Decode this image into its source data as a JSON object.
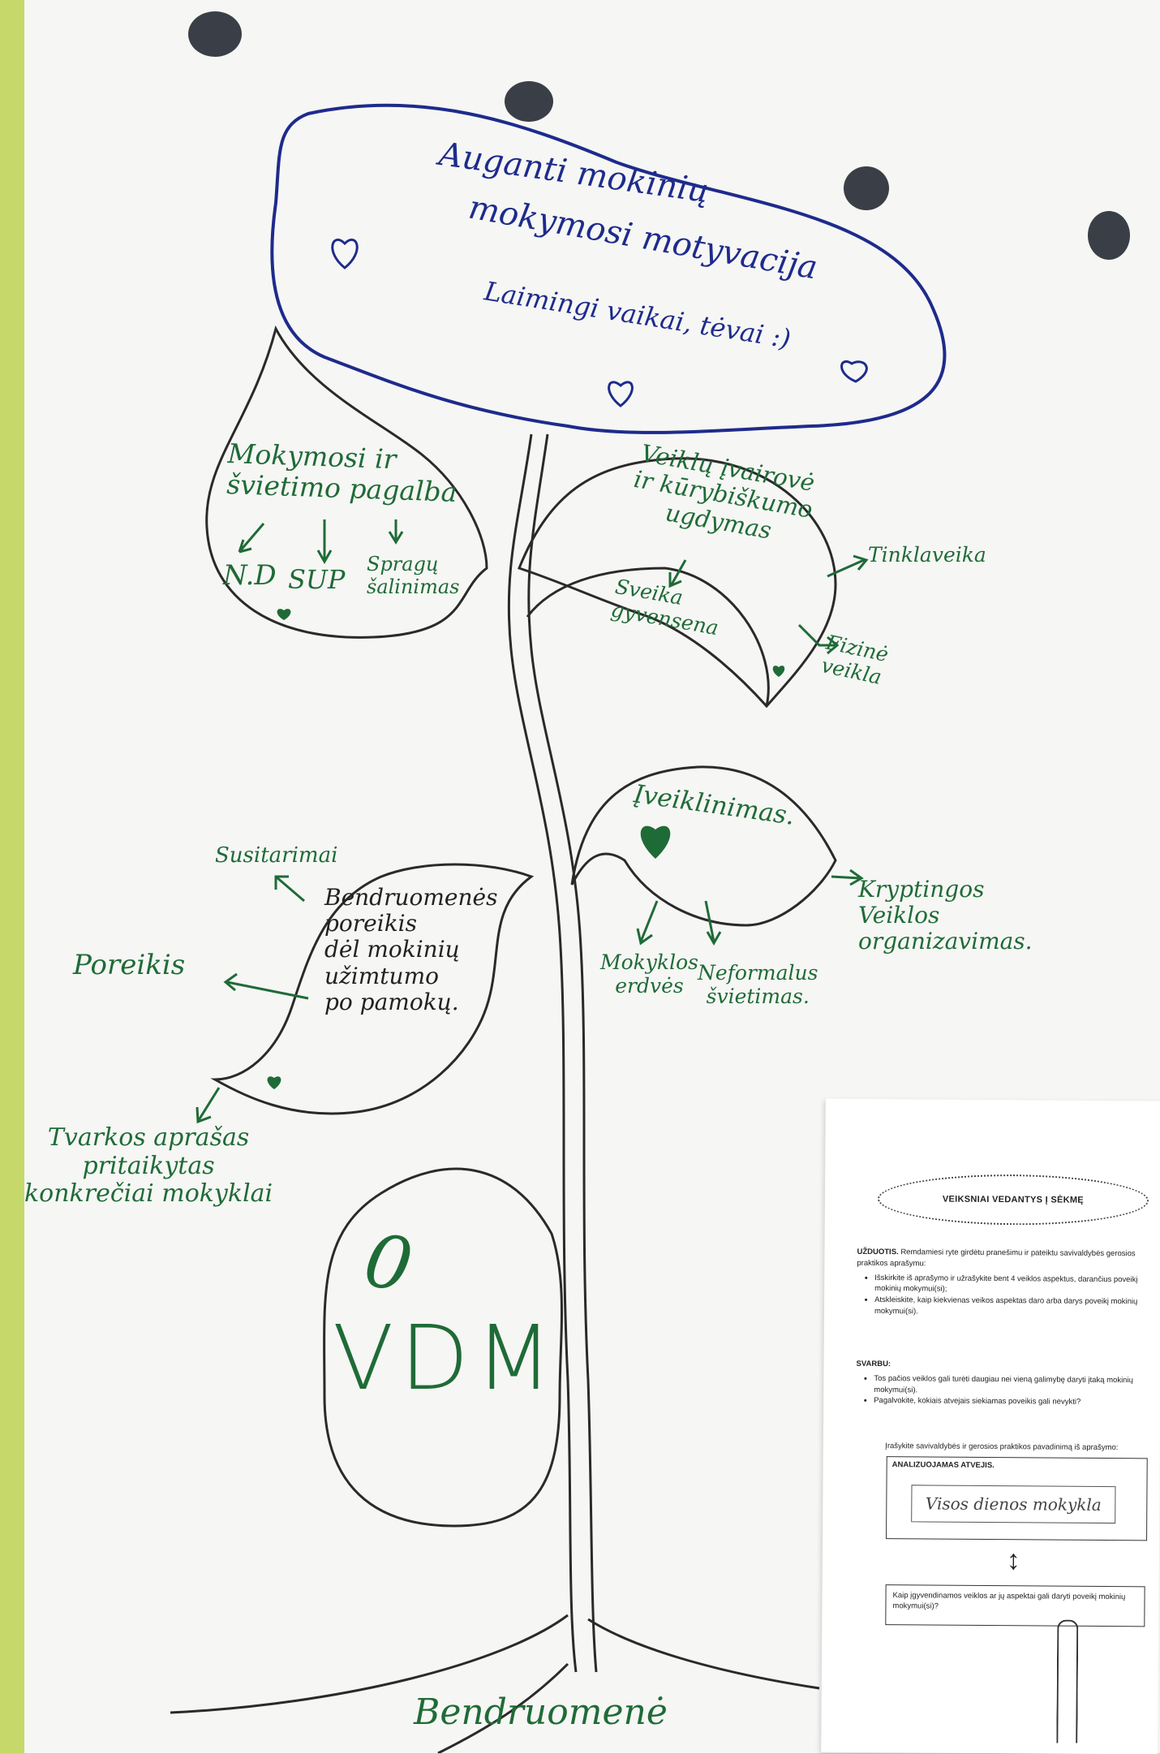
{
  "poster": {
    "cloud_title_line1": "Auganti mokinių",
    "cloud_title_line2": "mokymosi motyvacija",
    "cloud_subtitle": "Laimingi vaikai, tėvai :)",
    "leaf1_title": "Mokymosi ir\nšvietimo pagalba",
    "leaf1_items": [
      "N.D",
      "SUP",
      "Spragų\nšalinimas"
    ],
    "leaf2_title": "Veiklų įvairovė\nir kūrybiškumo\nugdymas",
    "leaf2_inner": "Sveika\ngyvensena",
    "leaf2_out1": "Tinklaveika",
    "leaf2_out2": "Fizinė\nveikla",
    "leaf3_title": "Įveiklinimas.",
    "leaf3_items": [
      "Mokyklos\nerdvės",
      "Neformalus\nšvietimas."
    ],
    "leaf3_out": "Kryptingos\nVeiklos\norganizavimas.",
    "leaf4_text": "Bendruomenės\nporeikis\ndėl mokinių\nužimtumo\npo pamokų.",
    "leaf4_out1": "Susitarimai",
    "leaf4_out2": "Poreikis",
    "leaf4_out3": "Tvarkos aprašas\npritaikytas\nkonkrečiai mokyklai",
    "seed_mark": "0",
    "seed_text": "VDM",
    "roots_label": "Bendruomenė"
  },
  "note": {
    "title": "VEIKSNIAI VEDANTYS Į SĖKMĘ",
    "task_label": "UŽDUOTIS.",
    "task_text": " Remdamiesi ryte girdėtu pranešimu ir pateiktu savivaldybės gerosios praktikos aprašymu:",
    "task_bullets": [
      "Išskirkite iš aprašymo ir užrašykite bent 4 veiklos aspektus, darančius poveikį mokinių mokymui(si);",
      "Atskleiskite, kaip kiekvienas veikos aspektas daro arba darys poveikį mokinių mokymui(si)."
    ],
    "important_label": "SVARBU:",
    "important_bullets": [
      "Tos pačios veiklos gali turėti daugiau nei vieną galimybę daryti įtaką mokinių mokymui(si).",
      "Pagalvokite, kokiais atvejais siekiamas poveikis gali nevykti?"
    ],
    "instruction": "Įrašykite savivaldybės ir gerosios praktikos pavadinimą iš aprašymo:",
    "case_label": "ANALIZUOJAMAS ATVEJIS.",
    "case_value": "Visos dienos mokykla",
    "question": "Kaip įgyvendinamos veiklos ar jų aspektai gali daryti poveikį mokinių mokymui(si)?"
  },
  "colors": {
    "blue_ink": "#1e2b8c",
    "green_ink": "#1f6b37",
    "dark_ink": "#2a2a2a"
  }
}
